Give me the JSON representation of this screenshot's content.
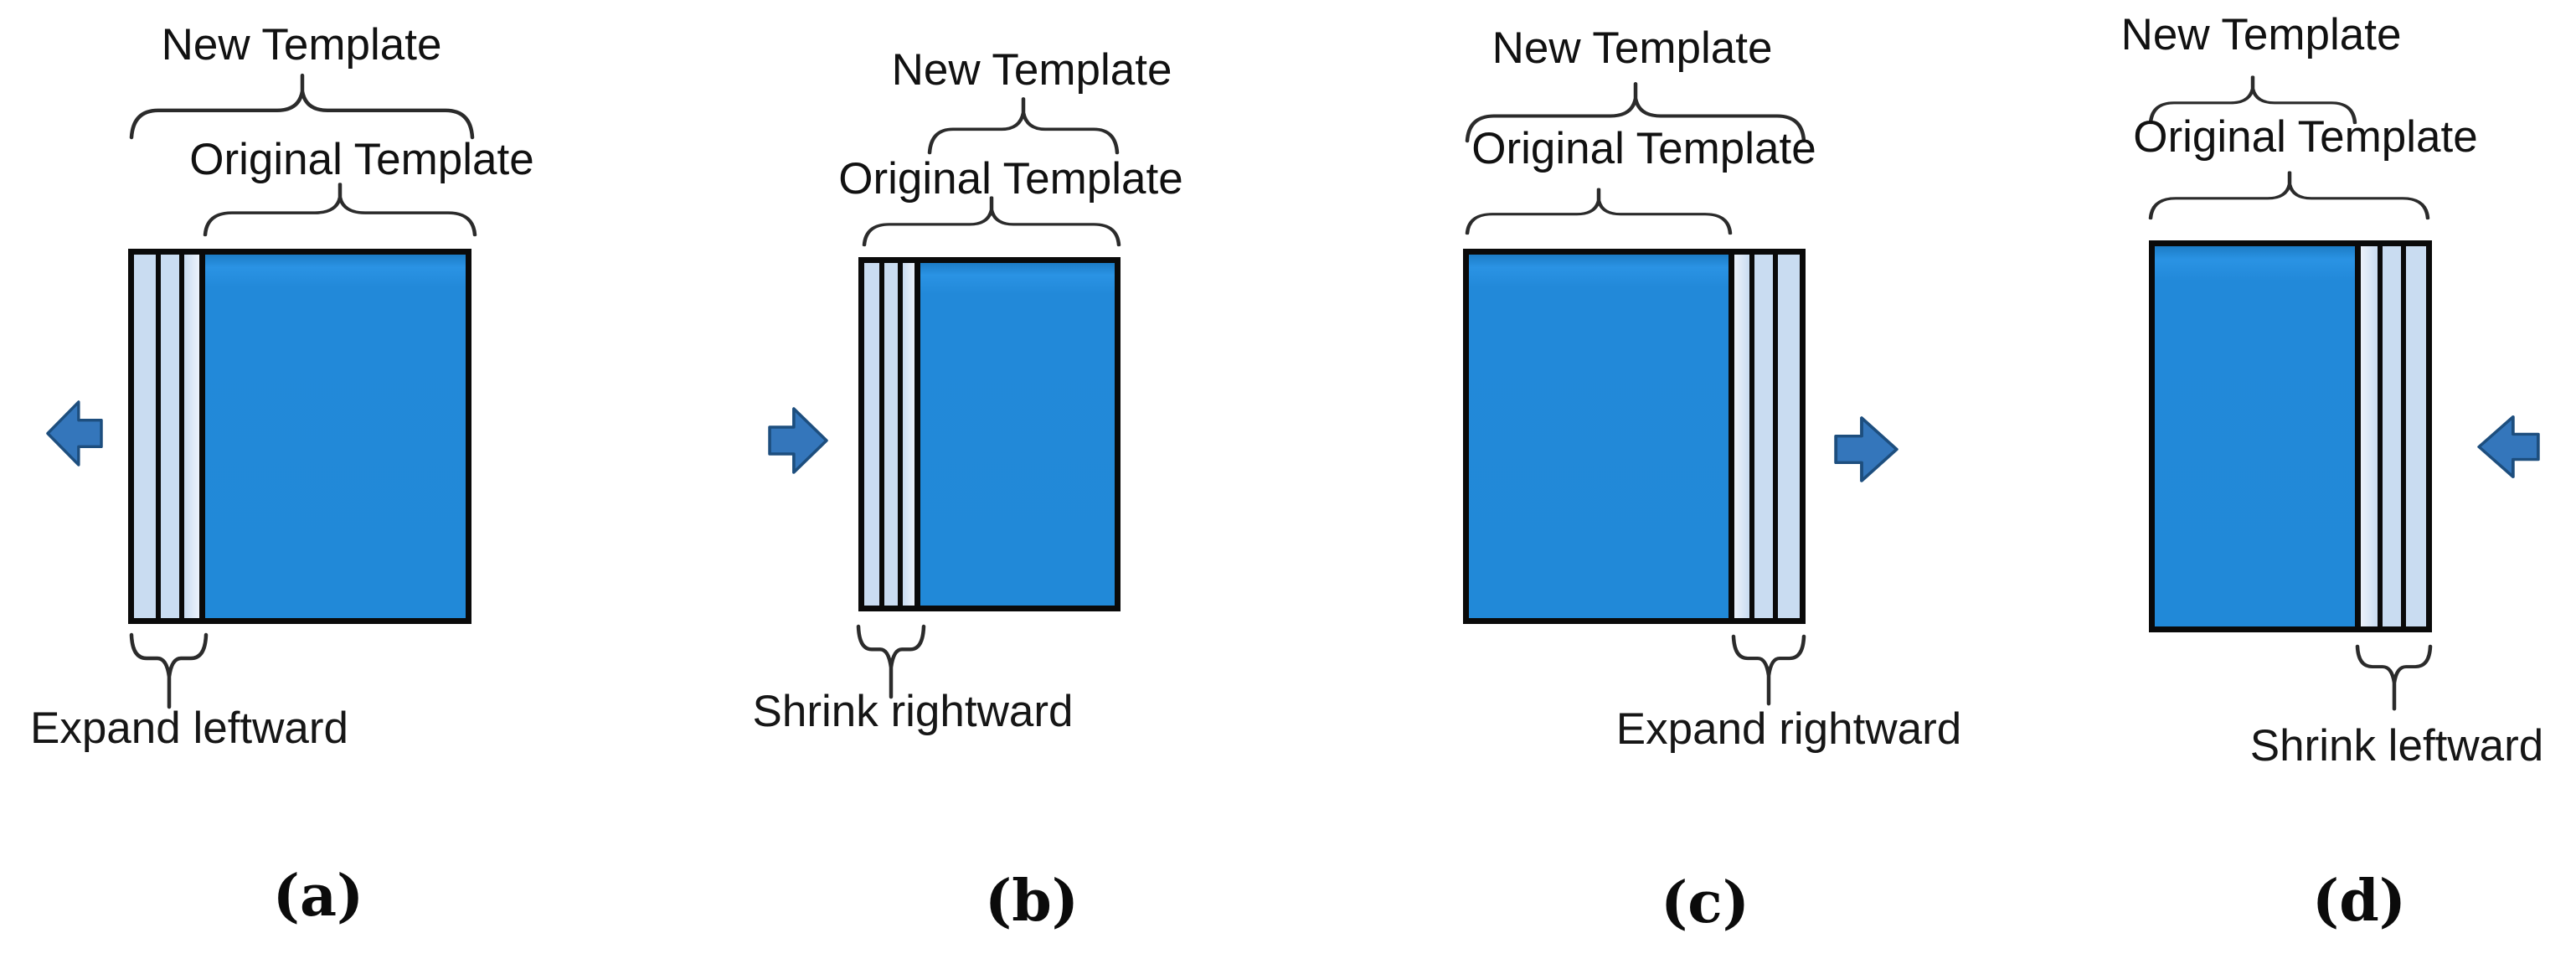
{
  "figure": {
    "colors": {
      "template_fill": "#2289d9",
      "strip_fill": "#c9dcf1",
      "outline": "#0a0a0a",
      "brace_stroke": "#2b2b2b",
      "arrow_fill": "#3476bb",
      "arrow_stroke": "#1d4e7e",
      "text_color": "#111111"
    },
    "panels": [
      {
        "id": "a",
        "letter": "(a)",
        "new_template_label": "New Template",
        "original_template_label": "Original Template",
        "action_label": "Expand leftward",
        "arrow_direction": "left",
        "strips_side": "left",
        "new_template_span": "full-rectangle",
        "original_template_span": "blue-region-only"
      },
      {
        "id": "b",
        "letter": "(b)",
        "new_template_label": "New Template",
        "original_template_label": "Original Template",
        "action_label": "Shrink rightward",
        "arrow_direction": "right",
        "strips_side": "left",
        "new_template_span": "blue-region-only",
        "original_template_span": "full-rectangle"
      },
      {
        "id": "c",
        "letter": "(c)",
        "new_template_label": "New Template",
        "original_template_label": "Original Template",
        "action_label": "Expand rightward",
        "arrow_direction": "right",
        "strips_side": "right",
        "new_template_span": "full-rectangle",
        "original_template_span": "blue-region-only"
      },
      {
        "id": "d",
        "letter": "(d)",
        "new_template_label": "New Template",
        "original_template_label": "Original Template",
        "action_label": "Shrink leftward",
        "arrow_direction": "left",
        "strips_side": "right",
        "new_template_span": "blue-region-only",
        "original_template_span": "full-rectangle"
      }
    ]
  }
}
